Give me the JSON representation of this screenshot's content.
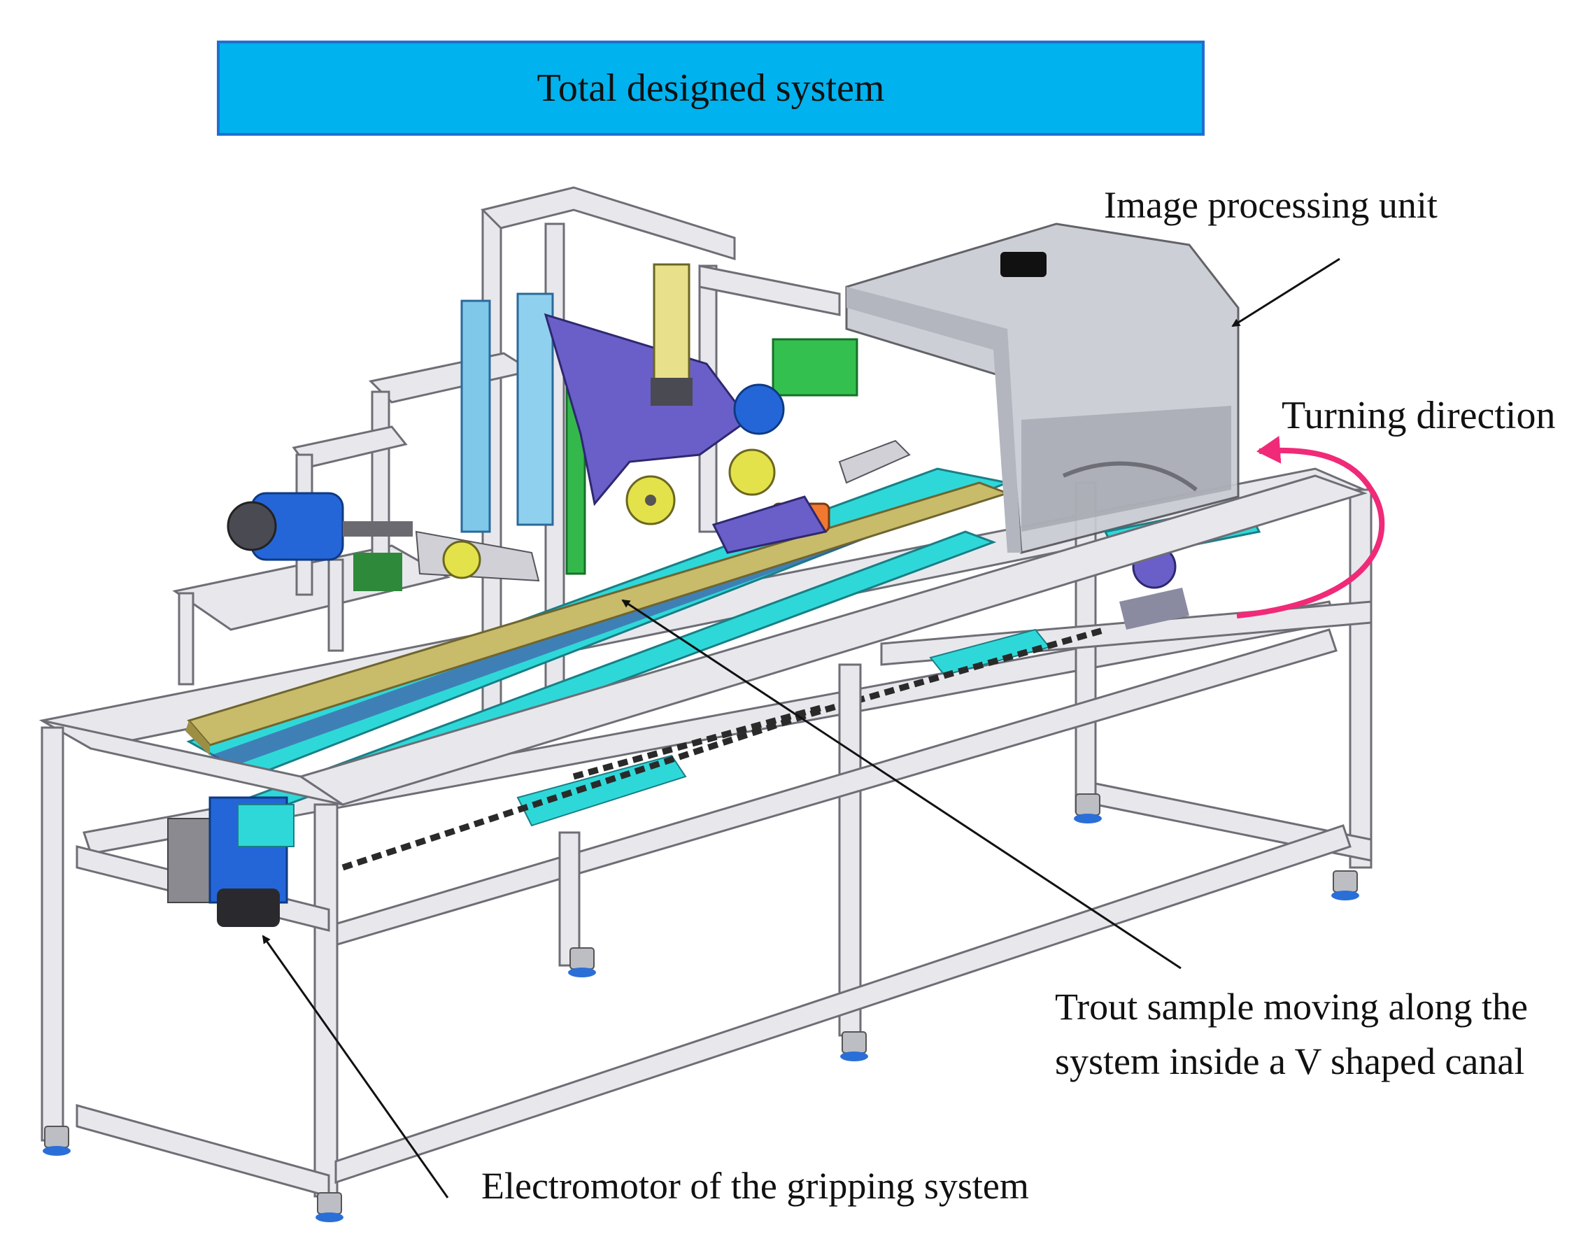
{
  "title": "Total designed system",
  "labels": {
    "image_processing": "Image processing unit",
    "turning_direction": "Turning direction",
    "trout_line1": "Trout sample moving along the",
    "trout_line2": "system inside a V shaped canal",
    "electromotor": "Electromotor of the gripping system"
  },
  "colors": {
    "title_fill": "#00b2ee",
    "title_border": "#1f6fd0",
    "frame": "#e8e8ec",
    "conveyor": "#2fd8d8",
    "canal": "#c8bb6a",
    "motor": "#2466d8",
    "bracket": "#6a5fc8",
    "housing": "#c9ccd3",
    "turn_arrow": "#f02a78",
    "chain": "#2a2a2a"
  }
}
